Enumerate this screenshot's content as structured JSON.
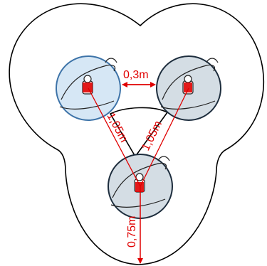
{
  "colors": {
    "outline": "#000000",
    "dimension": "#e00000",
    "seat_fill_blue": "#d6e7f5",
    "seat_fill_gray": "#d4dde4",
    "seat_stroke_blue": "#3d73a8",
    "seat_stroke_dark": "#1d2d3d"
  },
  "dimensions": {
    "gap": "0,3m",
    "left_diagonal": "1,05m",
    "right_diagonal": "1,05m",
    "downward": "0,75m"
  }
}
